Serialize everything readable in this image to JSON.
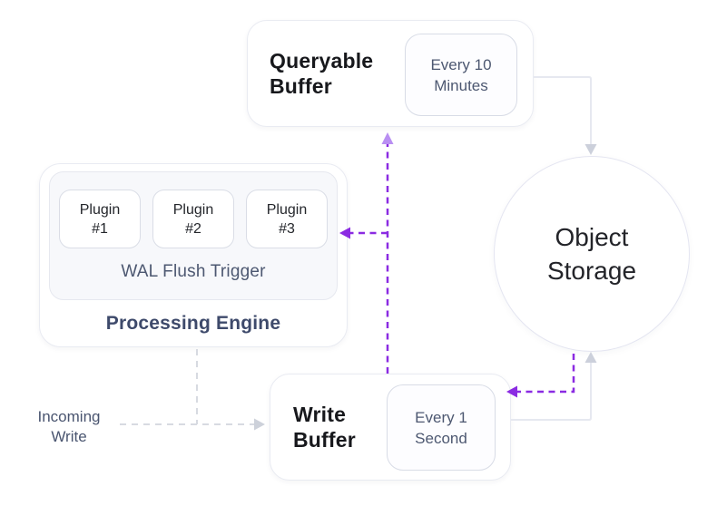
{
  "diagram": {
    "nodes": {
      "queryable_buffer": {
        "title": "Queryable Buffer",
        "badge": "Every 10 Minutes"
      },
      "processing_engine": {
        "title": "Processing Engine",
        "wal_trigger_label": "WAL Flush Trigger",
        "plugins": [
          {
            "label": "Plugin #1"
          },
          {
            "label": "Plugin #2"
          },
          {
            "label": "Plugin #3"
          }
        ]
      },
      "object_storage": {
        "title": "Object Storage"
      },
      "write_buffer": {
        "title": "Write Buffer",
        "badge": "Every 1 Second"
      }
    },
    "labels": {
      "incoming_write": "Incoming Write"
    },
    "colors": {
      "accent_purple": "#8B2BE2",
      "accent_purple_light": "#B98FF2",
      "connector_gray": "#E6E8F0",
      "dashed_gray": "#D7DAE1",
      "arrowhead_gray": "#CCD0DB",
      "title_dark": "#17181C",
      "engine_navy": "#3E4A6B",
      "slate_text": "#4D5871",
      "node_border": "#E9EBF2",
      "badge_border": "#D8DCE6",
      "wal_background": "#F7F8FB"
    }
  }
}
